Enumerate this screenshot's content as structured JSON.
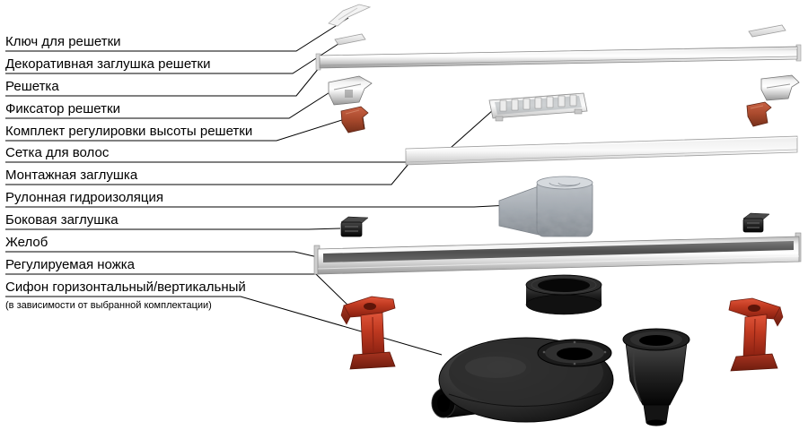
{
  "diagram": {
    "labels": [
      {
        "text": "Ключ для решетки"
      },
      {
        "text": "Декоративная заглушка решетки"
      },
      {
        "text": "Решетка"
      },
      {
        "text": "Фиксатор решетки"
      },
      {
        "text": "Комплект регулировки высоты решетки"
      },
      {
        "text": "Сетка для волос"
      },
      {
        "text": "Монтажная заглушка"
      },
      {
        "text": "Рулонная гидроизоляция"
      },
      {
        "text": "Боковая заглушка"
      },
      {
        "text": "Желоб"
      },
      {
        "text": "Регулируемая ножка"
      },
      {
        "text": "Сифон горизонтальный/вертикальный",
        "subtext": "(в зависимости от выбранной комплектации)"
      }
    ]
  },
  "palette": {
    "background": "#ffffff",
    "line": "#000000",
    "text": "#000000",
    "metal_light": "#f2f2f2",
    "metal_mid": "#c9c9c9",
    "metal_dark": "#979797",
    "terracotta": "#a8492c",
    "foot_red": "#c03a21",
    "plastic_black": "#1a1a1a",
    "roll_gray": "#a2a9b0"
  }
}
